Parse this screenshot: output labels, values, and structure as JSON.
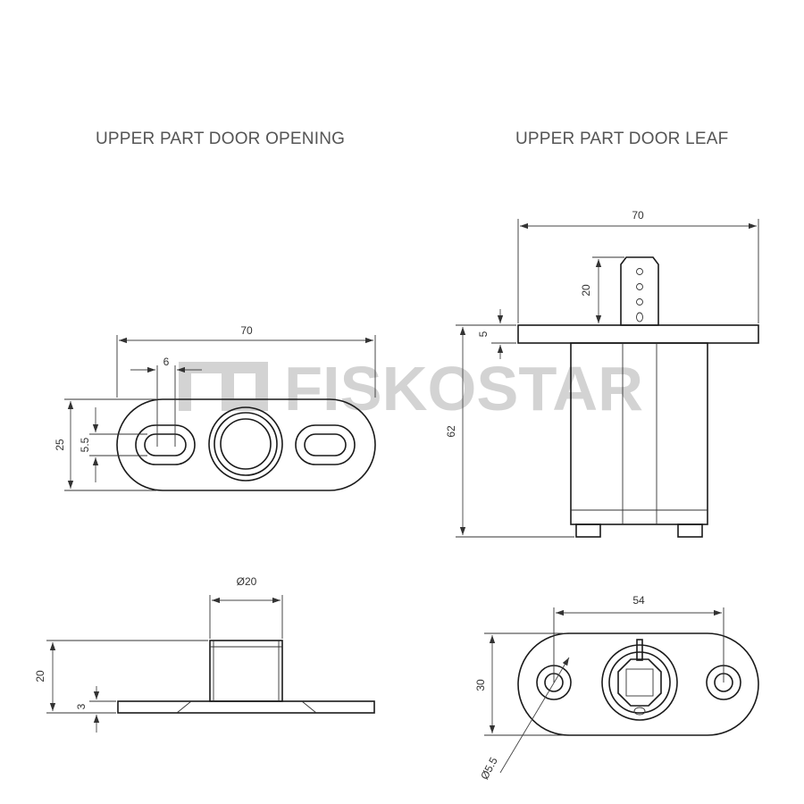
{
  "titles": {
    "left": "UPPER PART DOOR OPENING",
    "right": "UPPER PART DOOR LEAF"
  },
  "watermark": "FISKOSTAR",
  "dimensions": {
    "opening_top_width": "70",
    "opening_top_slot": "6",
    "opening_top_height": "25",
    "opening_top_slot_height": "5.5",
    "opening_side_diameter": "Ø20",
    "opening_side_height": "20",
    "opening_side_plate": "3",
    "leaf_front_width": "70",
    "leaf_front_pin": "20",
    "leaf_front_plate": "5",
    "leaf_front_height": "62",
    "leaf_top_spacing": "54",
    "leaf_top_height": "30",
    "leaf_top_hole": "Ø5.5"
  },
  "colors": {
    "line": "#1a1a1a",
    "dimension": "#444444",
    "title": "#555555",
    "watermark": "#d3d3d3"
  }
}
